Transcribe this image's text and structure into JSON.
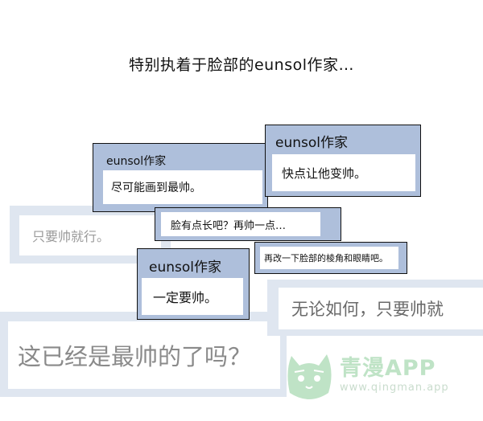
{
  "caption": "特别执着于脸部的eunsol作家…",
  "windows": {
    "w1": {
      "title": "eunsol作家",
      "body": "尽可能画到最帅。"
    },
    "w2": {
      "title": "eunsol作家",
      "body": "快点让他变帅。"
    },
    "w3": {
      "body": "只要帅就行。"
    },
    "w4": {
      "body": "脸有点长吧？再帅一点…"
    },
    "w5": {
      "body": "再改一下脸部的棱角和眼睛吧。"
    },
    "w6": {
      "title": "eunsol作家",
      "body": "一定要帅。"
    },
    "w7": {
      "body": "无论如何，只要帅就"
    },
    "w8": {
      "body": "这已经是最帅的了吗？"
    }
  },
  "watermark": {
    "title": "青漫APP",
    "url": "www.qingman.app"
  },
  "colors": {
    "window_frame": "#aebfdb",
    "faded_frame": "#dfe6f0",
    "watermark": "#bfe3c6"
  }
}
